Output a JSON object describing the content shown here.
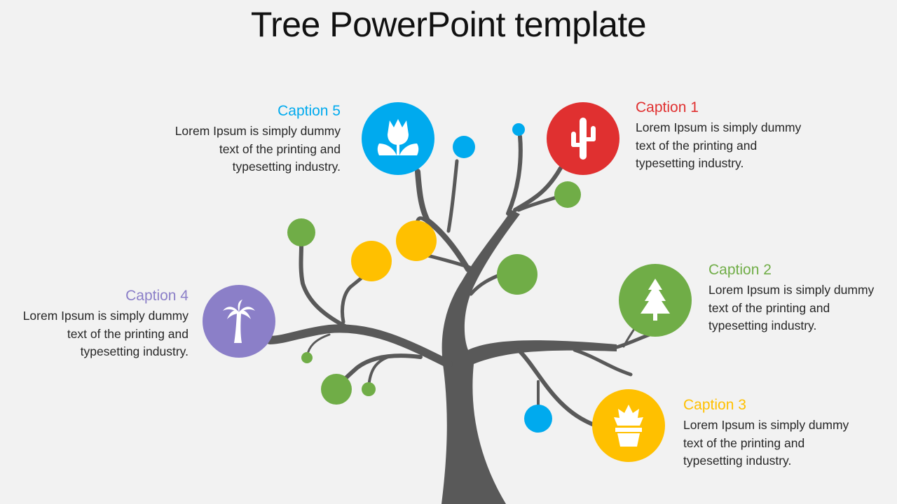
{
  "title": "Tree PowerPoint template",
  "colors": {
    "background": "#f2f2f2",
    "trunk": "#595959",
    "red": "#e03030",
    "green": "#70ad47",
    "yellow": "#ffc000",
    "blue": "#00aaee",
    "purple": "#8b7fc8"
  },
  "captions": [
    {
      "id": 1,
      "title": "Caption 1",
      "text": "Lorem Ipsum is simply dummy text of the printing and typesetting industry.",
      "color": "#e03030",
      "icon": "cactus-icon"
    },
    {
      "id": 2,
      "title": "Caption 2",
      "text": "Lorem Ipsum is simply dummy text of the printing and typesetting industry.",
      "color": "#70ad47",
      "icon": "pine-tree-icon"
    },
    {
      "id": 3,
      "title": "Caption 3",
      "text": "Lorem Ipsum is simply dummy text of the printing and typesetting industry.",
      "color": "#ffc000",
      "icon": "potted-plant-icon"
    },
    {
      "id": 4,
      "title": "Caption 4",
      "text": "Lorem Ipsum is simply dummy text of the printing and typesetting industry.",
      "color": "#8b7fc8",
      "icon": "palm-tree-icon"
    },
    {
      "id": 5,
      "title": "Caption 5",
      "text": "Lorem Ipsum is simply dummy text of the printing and typesetting industry.",
      "color": "#00aaee",
      "icon": "tulip-icon"
    }
  ]
}
